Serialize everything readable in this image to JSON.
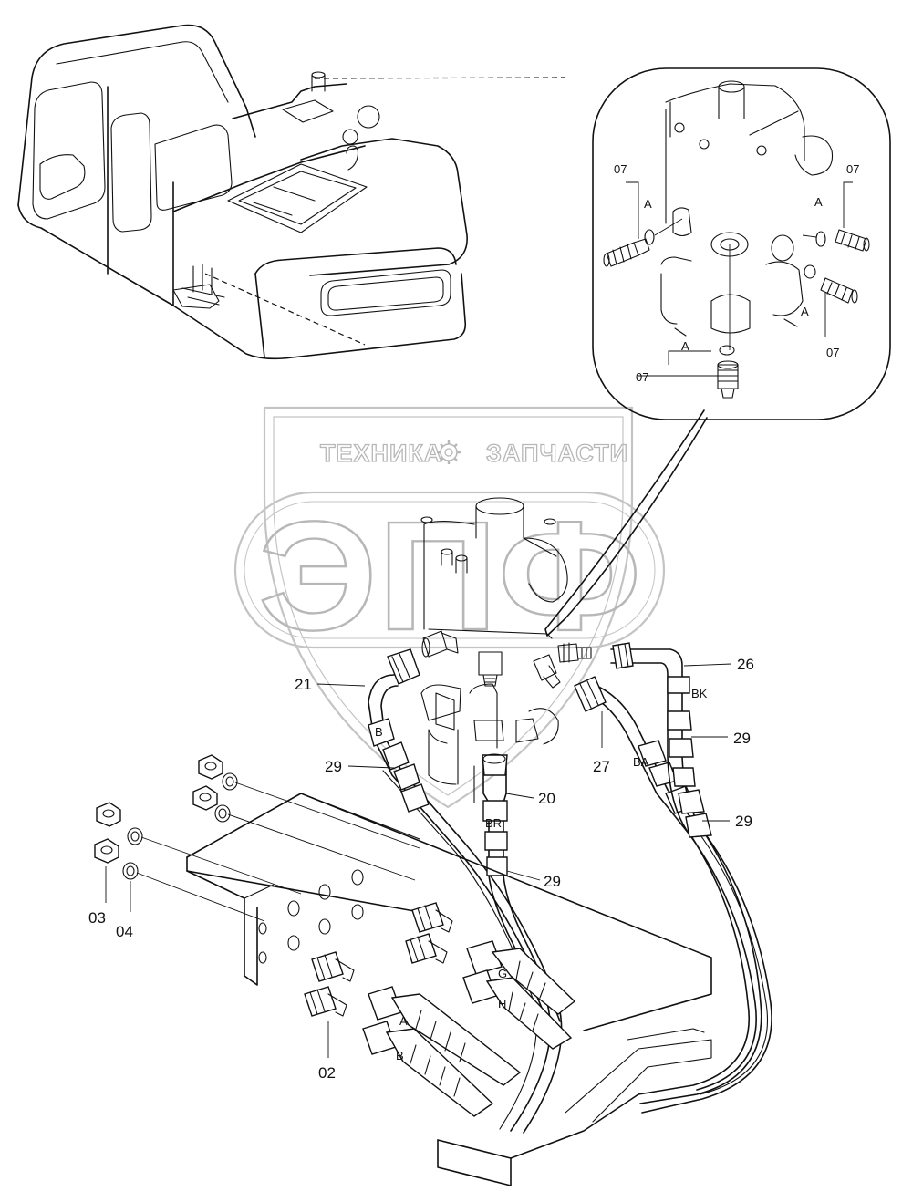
{
  "watermark": {
    "header_left": "ТЕХНИКА",
    "header_right": "ЗАПЧАСТИ",
    "logo": "ЭПФ",
    "gear_icon": "gear-icon"
  },
  "detail_labels": {
    "part_07": "07",
    "oring_a": "A"
  },
  "part_labels": {
    "p02": "02",
    "p03": "03",
    "p04": "04",
    "p20": "20",
    "p21": "21",
    "p26": "26",
    "p27": "27",
    "p29": "29"
  },
  "hose_labels": {
    "B": "B",
    "BR": "BR",
    "BA": "BA",
    "BK": "BK"
  },
  "fitting_labels": {
    "G": "G",
    "H": "H",
    "A": "A",
    "B": "B"
  }
}
